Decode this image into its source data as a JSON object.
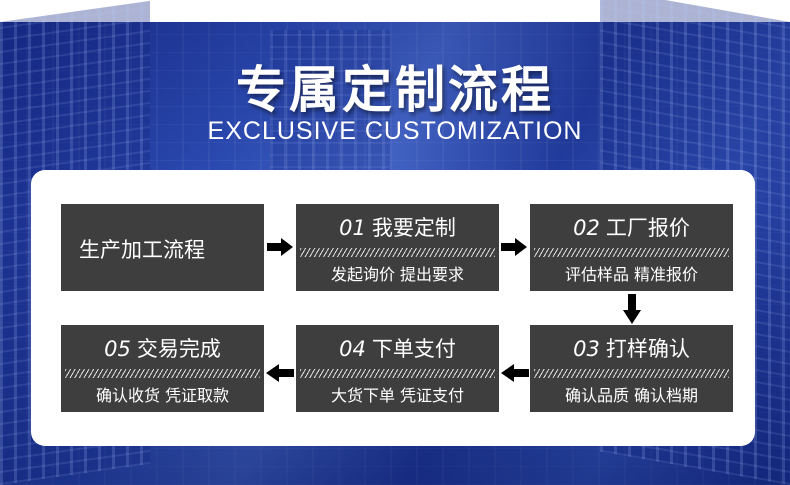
{
  "header": {
    "title": "专属定制流程",
    "subtitle": "EXCLUSIVE CUSTOMIZATION"
  },
  "steps": {
    "start": {
      "label": "生产加工流程"
    },
    "s01": {
      "num": "01",
      "title": "我要定制",
      "sub": "发起询价  提出要求"
    },
    "s02": {
      "num": "02",
      "title": "工厂报价",
      "sub": "评估样品 精准报价"
    },
    "s03": {
      "num": "03",
      "title": "打样确认",
      "sub": "确认品质  确认档期"
    },
    "s04": {
      "num": "04",
      "title": "下单支付",
      "sub": "大货下单  凭证支付"
    },
    "s05": {
      "num": "05",
      "title": "交易完成",
      "sub": "确认收货 凭证取款"
    }
  },
  "colors": {
    "box": "#3e3e3e",
    "card": "#ffffff",
    "arrow": "#000000"
  }
}
